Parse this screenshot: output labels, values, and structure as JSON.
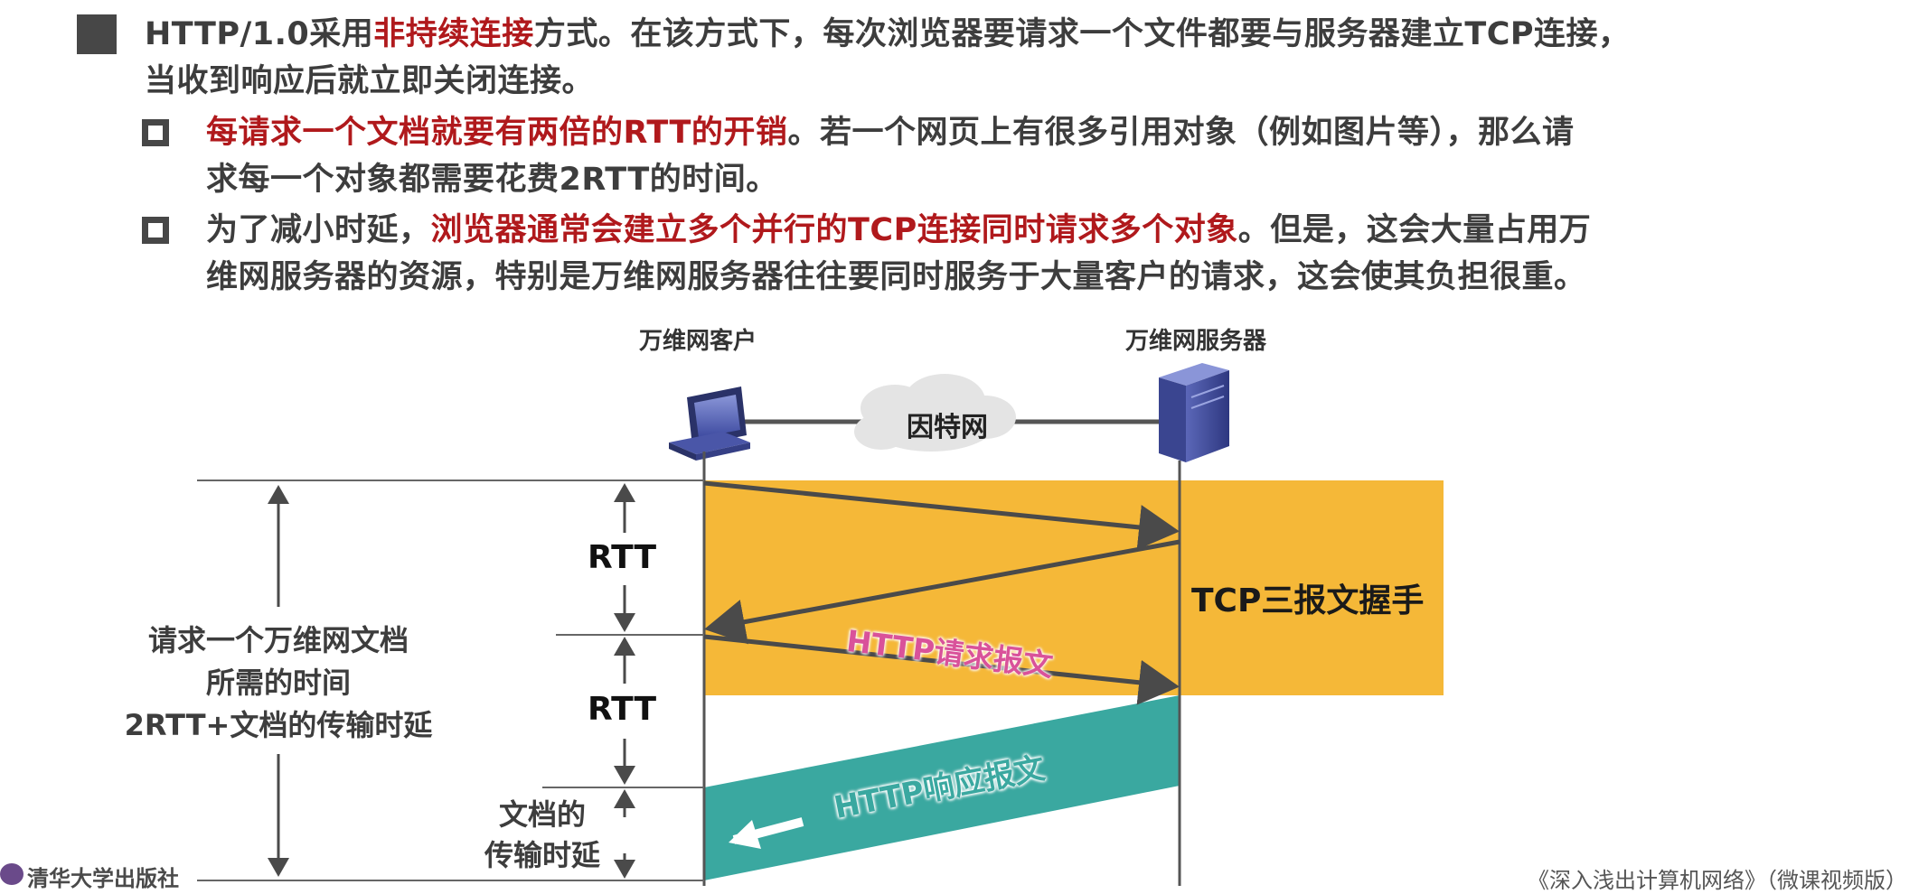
{
  "bullets": {
    "main": {
      "line1_a": "HTTP/1.0采用",
      "line1_red": "非持续连接",
      "line1_b": "方式。在该方式下，每次浏览器要请求一个文件都要与服务器建立TCP连接，",
      "line2": "当收到响应后就立即关闭连接。"
    },
    "sub1": {
      "line1_red": "每请求一个文档就要有两倍的RTT的开销",
      "line1_b": "。若一个网页上有很多引用对象（例如图片等），那么请",
      "line2": "求每一个对象都需要花费2RTT的时间。"
    },
    "sub2": {
      "line1_a": "为了减小时延，",
      "line1_red": "浏览器通常会建立多个并行的TCP连接同时请求多个对象",
      "line1_b": "。但是，这会大量占用万",
      "line2": "维网服务器的资源，特别是万维网服务器往往要同时服务于大量客户的请求，这会使其负担很重。"
    }
  },
  "diagram": {
    "client_label": "万维网客户",
    "server_label": "万维网服务器",
    "cloud_label": "因特网",
    "rtt1": "RTT",
    "rtt2": "RTT",
    "handshake_label": "TCP三报文握手",
    "request_label": "HTTP请求报文",
    "response_label": "HTTP响应报文",
    "total_time_line1": "请求一个万维网文档",
    "total_time_line2": "所需的时间",
    "total_time_line3": "2RTT+文档的传输时延",
    "transfer_line1": "文档的",
    "transfer_line2": "传输时延"
  },
  "footer": {
    "publisher": "清华大学出版社",
    "book_title": "《深入浅出计算机网络》（微课视频版）"
  },
  "colors": {
    "handshake_band": "#f5b838",
    "response_band": "#3aa8a0",
    "emphasis_red": "#b0191c",
    "request_label": "#d9529a"
  }
}
